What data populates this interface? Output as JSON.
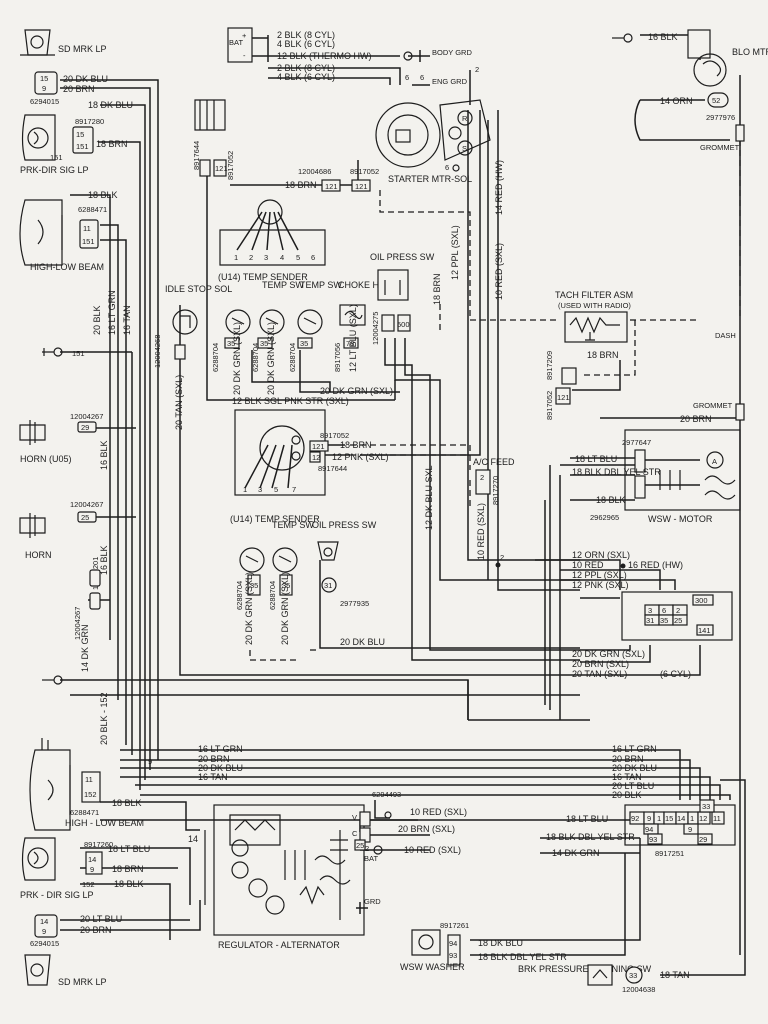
{
  "labels": {
    "sd_mrk_lp_top": "SD MRK LP",
    "w_20dkblu_top": "20 DK BLU",
    "w_20brn_top": "20 BRN",
    "part_6294015_top": "6294015",
    "w_18dkblu_top": "18 DK BLU",
    "part_8917280_top": "8917280",
    "w_18brn_top": "18 BRN",
    "term_151_top": "151",
    "prk_dir_top": "PRK-DIR SIG LP",
    "w_18blk_top": "18 BLK",
    "part_6288471_top": "6288471",
    "high_low_beam_top": "HIGH-LOW BEAM",
    "w_20blk_l": "20 BLK",
    "w_16ltgrn_l": "16 LT GRN",
    "w_16tan_l": "16 TAN",
    "term_151_mid": "151",
    "part_12004267_a": "12004267",
    "horn_u05": "HORN (U05)",
    "w_16blk_a": "16 BLK",
    "part_12004267_b": "12004267",
    "horn_b": "HORN",
    "w_16blk_b": "16 BLK",
    "part_12004201": "12004201",
    "part_12004267_c": "12004267",
    "w_14dkgrn_l": "14 DK GRN",
    "w_20blk_152": "20 BLK - 152",
    "bat": "BAT",
    "bat_w1": "2 BLK (8 CYL)",
    "bat_w2": "4 BLK (6 CYL)",
    "bat_w3": "12 BLK (THERMO HW)",
    "bat_w4": "2 BLK (8 CYL)",
    "bat_w5": "4 BLK (6 CYL)",
    "body_grd": "BODY GRD",
    "eng_grd": "ENG GRD",
    "starter_mtr_sol": "STARTER MTR-SOL",
    "part_8917644_top": "8917644",
    "part_8917052_top": "8917052",
    "part_12004686": "12004686",
    "part_8917052_b": "8917052",
    "w_18brn_mid": "18 BRN",
    "term_121": "121",
    "idle_stop_sol": "IDLE STOP SOL",
    "temp_sender_u14": "(U14) TEMP SENDER",
    "temp_sw_a": "TEMP SW",
    "temp_sw_b": "TEMP SW",
    "choke_heater": "CHOKE HEATER",
    "oil_press_sw_top": "OIL PRESS SW",
    "part_12004268": "12004268",
    "w_20tan_sxl": "20 TAN (SXL)",
    "w_20dkgrn_sxl": "20 DK GRN (SXL)",
    "w_20dkgrn_sxl_b": "20 DK GRN (SXL)",
    "w_12blk_sgl_pnk": "12 BLK SGL PNK STR (SXL)",
    "w_20dkgrn_sxl_c": "20 DK GRN (SXL)",
    "w_12ltblu": "12 LT BLU (SXL)",
    "term_500": "500",
    "w_18brn_v": "18 BRN",
    "w_12ppl_sxl": "12 PPL (SXL)",
    "w_14red_hw": "14 RED (HW)",
    "w_10red_sxl_v": "10 RED (SXL)",
    "tach_filter": "TACH FILTER ASM",
    "used_with_radio": "(USED WITH RADIO)",
    "w_18brn_tach": "18 BRN",
    "dash": "DASH",
    "grommet_a": "GROMMET",
    "grommet_b": "GROMMET",
    "w_20brn_dash": "20 BRN",
    "part_8917052_c": "8917052",
    "part_8917209": "8917209",
    "w_16blk_blo": "16 BLK",
    "blo_mtr": "BLO MTR",
    "w_14orn": "14 ORN",
    "part_2977976": "2977976",
    "part_8917052_d": "8917052",
    "w_18brn_c": "18 BRN",
    "part_8917644_b": "8917644",
    "w_12pnk_sxl": "12 PNK (SXL)",
    "w_12dkblu_sxl": "12 DK BLU SXL",
    "ac_feed": "A/C FEED",
    "part_8917270": "8917270",
    "w_10red_sxl_b": "10 RED (SXL)",
    "part_2977647": "2977647",
    "w_18ltblu_wsw": "18 LT BLU",
    "w_18blk_dbl_yel": "18 BLK DBL YEL STR",
    "w_18blk_wsw": "18 BLK",
    "part_2962965": "2962965",
    "wsw_motor": "WSW - MOTOR",
    "temp_sender_u14_b": "(U14) TEMP SENDER",
    "temp_sw_c": "TEMP SW",
    "oil_press_sw_b": "OIL PRESS SW",
    "part_2977935": "2977935",
    "w_20dkgrn_sxl_d": "20 DK GRN (SXL)",
    "w_20dkgrn_sxl_e": "20 DK GRN (SXL)",
    "w_20dkblu_mid": "20 DK BLU",
    "w_12orn_sxl": "12 ORN (SXL)",
    "w_10red": "10 RED",
    "w_16red_hw": "16 RED (HW)",
    "w_12ppl_sxl_b": "12 PPL (SXL)",
    "w_12pnk_sxl_b": "12 PNK (SXL)",
    "w_20dkgrn_sxl_f": "20 DK GRN (SXL)",
    "w_20brn_sxl": "20 BRN (SXL)",
    "w_20tan_sxl_b": "20 TAN (SXL)",
    "six_cyl": "(6 CYL)",
    "w_16ltgrn": "16 LT GRN",
    "w_20brn_b": "20 BRN",
    "w_20dkblu_b": "20 DK BLU",
    "w_16tan_b": "16 TAN",
    "w_16ltgrn_r": "16 LT GRN",
    "w_20brn_r": "20 BRN",
    "w_20dkblu_r": "20 DK BLU",
    "w_16tan_r": "16 TAN",
    "w_20ltblu_r": "20 LT BLU",
    "w_20blk_r": "20 BLK",
    "w_18ltblu_r": "18 LT BLU",
    "w_18blk_dbl_r": "18 BLK DBL YEL STR",
    "w_14dkgrn_r": "14 DK GRN",
    "part_8917251": "8917251",
    "part_6294493": "6294493",
    "w_10red_sxl_c": "10 RED (SXL)",
    "w_20brn_sxl_b": "20 BRN (SXL)",
    "w_10red_sxl_d": "10 RED (SXL)",
    "term_v": "V",
    "term_c": "C",
    "term_bat": "BAT",
    "term_grd": "GRD",
    "regulator_alt": "REGULATOR - ALTERNATOR",
    "w_14": "14",
    "part_6288471_b": "6288471",
    "high_low_beam_b": "HIGH - LOW BEAM",
    "w_18blk_b": "18 BLK",
    "part_8917260": "8917260",
    "w_18ltblu_b": "18 LT BLU",
    "w_18brn_b": "18 BRN",
    "term_152": "152",
    "w_18blk_c": "18 BLK",
    "prk_dir_b": "PRK - DIR SIG LP",
    "w_20ltblu_b": "20 LT BLU",
    "w_20brn_c": "20 BRN",
    "part_6294015_b": "6294015",
    "sd_mrk_lp_b": "SD MRK LP",
    "part_8917261": "8917261",
    "w_18dkblu_c": "18 DK BLU",
    "w_18blk_dbl_c": "18 BLK DBL YEL STR",
    "wsw_washer": "WSW WASHER",
    "brk_pressure": "BRK PRESSURE WARNING SW",
    "term_33": "33",
    "w_18tan": "18 TAN",
    "part_12004638": "12004638",
    "num_1": "1",
    "num_2": "2",
    "num_3": "3",
    "num_4": "4",
    "num_5": "5",
    "num_6": "6",
    "num_7": "7",
    "num_9": "9"
  }
}
